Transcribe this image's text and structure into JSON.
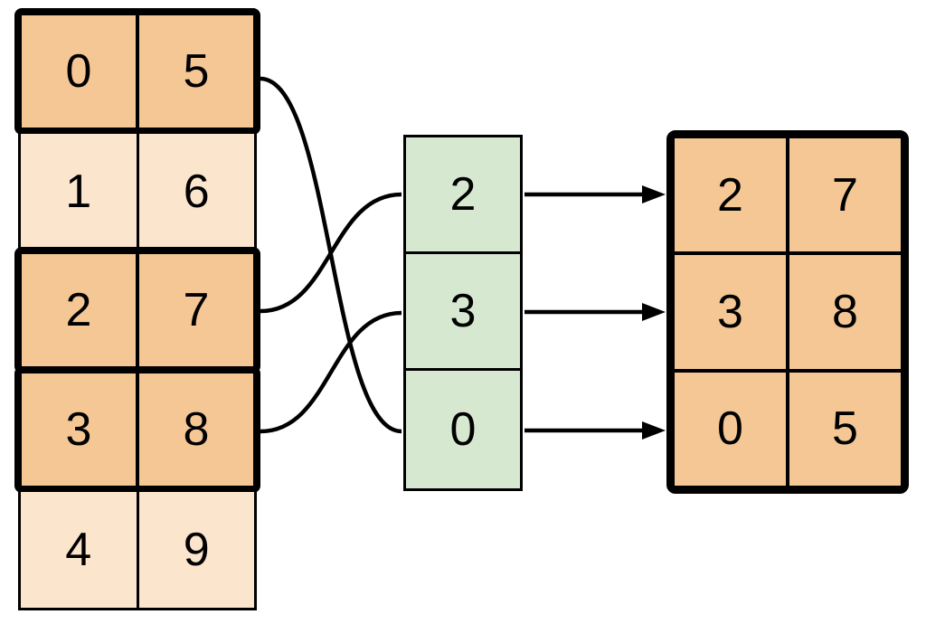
{
  "source_table": {
    "rows": [
      {
        "cells": [
          "0",
          "5"
        ],
        "highlighted": true
      },
      {
        "cells": [
          "1",
          "6"
        ],
        "highlighted": false
      },
      {
        "cells": [
          "2",
          "7"
        ],
        "highlighted": true
      },
      {
        "cells": [
          "3",
          "8"
        ],
        "highlighted": true
      },
      {
        "cells": [
          "4",
          "9"
        ],
        "highlighted": false
      }
    ]
  },
  "index_column": {
    "cells": [
      "2",
      "3",
      "0"
    ]
  },
  "result_table": {
    "rows": [
      {
        "cells": [
          "2",
          "7"
        ]
      },
      {
        "cells": [
          "3",
          "8"
        ]
      },
      {
        "cells": [
          "0",
          "5"
        ]
      }
    ]
  },
  "links": {
    "source_to_index_curves": [
      {
        "from_source_row": "0",
        "to_index_cell": "0"
      },
      {
        "from_source_row": "2",
        "to_index_cell": "2"
      },
      {
        "from_source_row": "3",
        "to_index_cell": "3"
      }
    ],
    "index_to_result_arrows": [
      {
        "from_index_cell": "2",
        "to_result_row": "2 7"
      },
      {
        "from_index_cell": "3",
        "to_result_row": "3 8"
      },
      {
        "from_index_cell": "0",
        "to_result_row": "0 5"
      }
    ]
  },
  "colors": {
    "highlight_fill": "#F4C794",
    "muted_fill": "#FBE5CD",
    "index_fill": "#D6E8D0",
    "stroke": "#000000",
    "background": "#FFFFFF"
  }
}
